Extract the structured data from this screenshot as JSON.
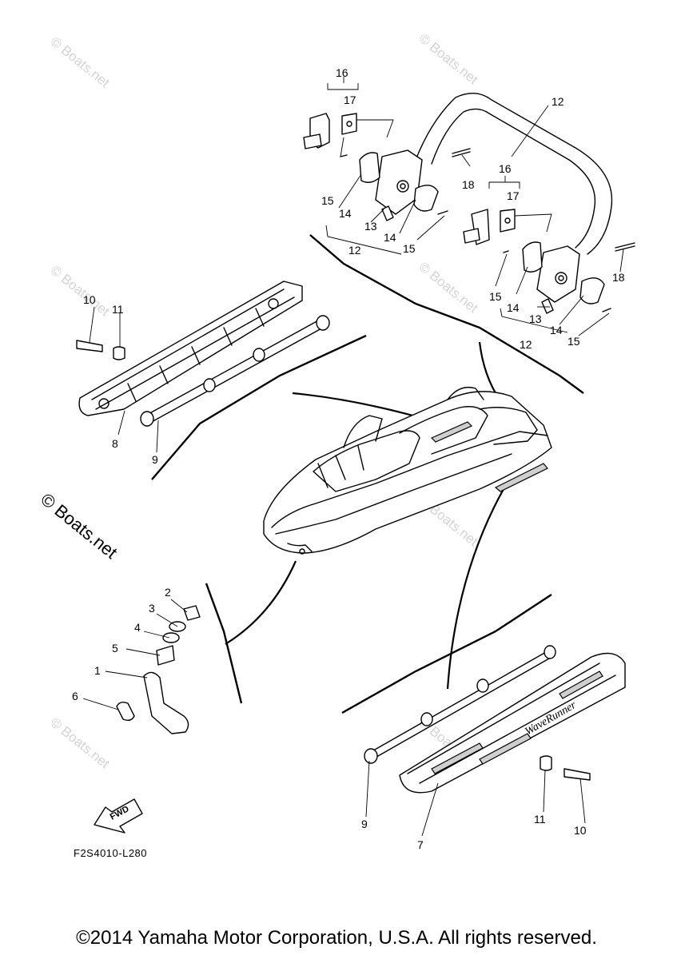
{
  "watermark": {
    "text": "© Boats.net",
    "small": "© Boats.net"
  },
  "callouts": {
    "n1": "1",
    "n2": "2",
    "n3": "3",
    "n4": "4",
    "n5": "5",
    "n6": "6",
    "n7": "7",
    "n8": "8",
    "n9": "9",
    "n10": "10",
    "n11": "11",
    "n12": "12",
    "n13": "13",
    "n14": "14",
    "n15": "15",
    "n16": "16",
    "n17": "17",
    "n18": "18"
  },
  "fwd_label": "FWD",
  "wave_runner_label": "WaveRunner",
  "reference_code": "F2S4010-L280",
  "copyright": "©2014 Yamaha Motor Corporation, U.S.A. All rights reserved."
}
